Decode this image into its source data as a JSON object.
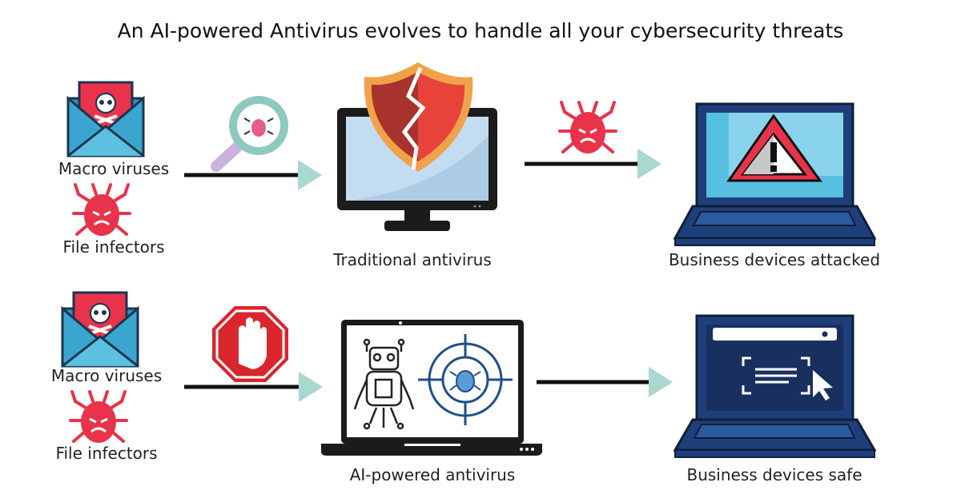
{
  "title": "An AI-powered Antivirus evolves to handle all your cybersecurity threats",
  "rows": [
    {
      "threats": [
        "Macro viruses",
        "File infectors"
      ],
      "middle_label": "Traditional antivirus",
      "result_label": "Business devices attacked"
    },
    {
      "threats": [
        "Macro viruses",
        "File infectors"
      ],
      "middle_label": "AI-powered antivirus",
      "result_label": "Business devices safe"
    }
  ],
  "colors": {
    "arrow": "#a8d8d0",
    "threat_red": "#e8334a",
    "laptop_blue": "#1f3f7a",
    "screen_light": "#8ad3ec",
    "envelope": "#3aa6cf"
  }
}
